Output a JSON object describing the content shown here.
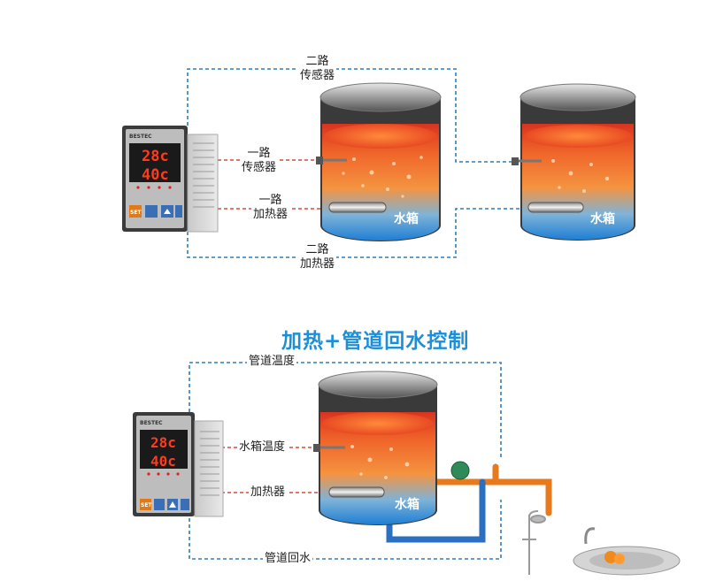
{
  "top": {
    "ch2_sensor": [
      "二路",
      "传感器"
    ],
    "ch1_sensor": [
      "一路",
      "传感器"
    ],
    "ch1_heater": [
      "一路",
      "加热器"
    ],
    "ch2_heater": [
      "二路",
      "加热器"
    ],
    "tank1_label": "水箱",
    "tank2_label": "水箱"
  },
  "bottom": {
    "title": "加热+管道回水控制",
    "pipe_temp": "管道温度",
    "tank_temp": "水箱温度",
    "heater": "加热器",
    "pipe_return": "管道回水",
    "tank_label": "水箱"
  },
  "controller": {
    "brand": "BESTEC",
    "display_top": "28c",
    "display_bottom": "40c",
    "btn_set": "SET"
  },
  "colors": {
    "dash_line": "#2f7fb5",
    "heater_line": "#d94a3a",
    "title": "#1e8fd6",
    "pipe_orange": "#e87a1e",
    "pipe_blue": "#2a6fc0"
  }
}
